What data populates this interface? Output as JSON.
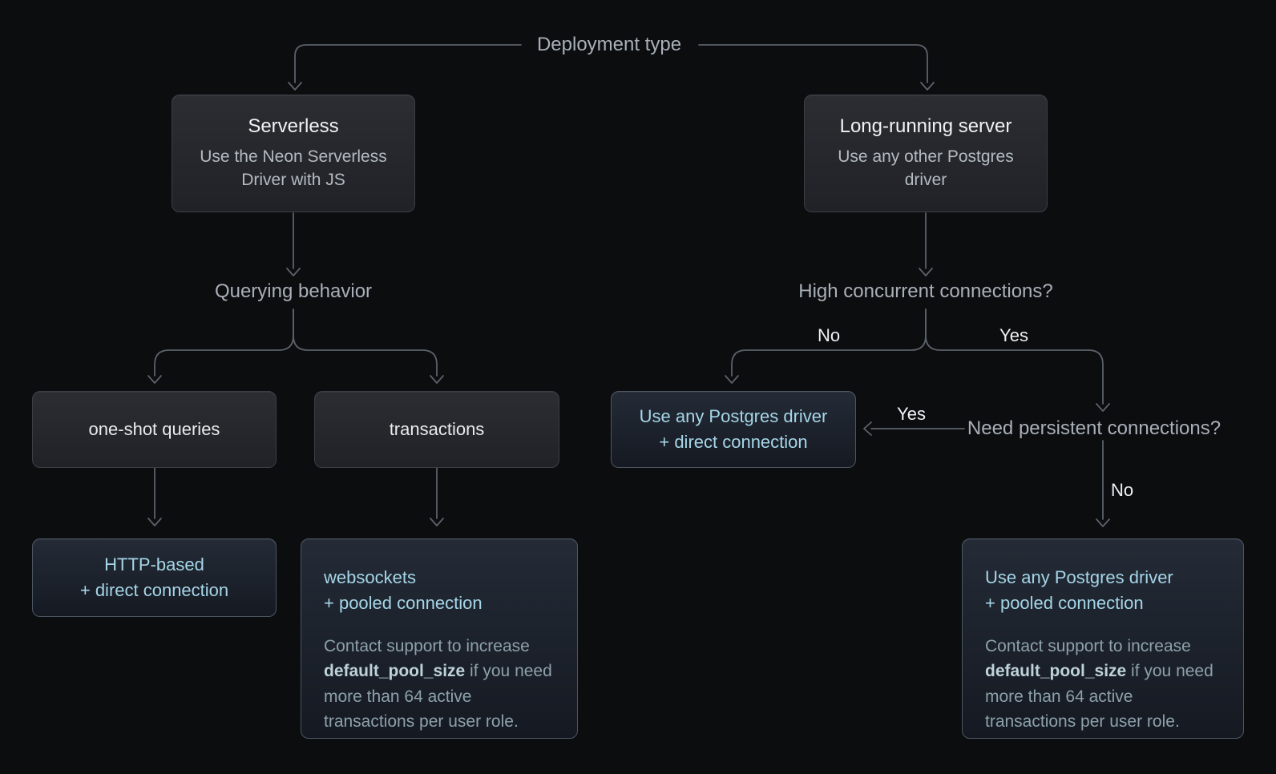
{
  "diagram": {
    "root_label": "Deployment type",
    "nodes": {
      "serverless": {
        "title": "Serverless",
        "subtitle": "Use the Neon Serverless Driver with JS"
      },
      "long_running": {
        "title": "Long-running server",
        "subtitle": "Use any other Postgres driver"
      },
      "querying_behavior": "Querying behavior",
      "high_concurrent": "High concurrent connections?",
      "one_shot": "one-shot queries",
      "transactions": "transactions",
      "direct_driver": {
        "line1": "Use any Postgres driver",
        "line2": "+ direct connection"
      },
      "need_persistent": "Need persistent connections?",
      "http_based": {
        "line1": "HTTP-based",
        "line2": "+ direct connection"
      },
      "websockets": {
        "line1": "websockets",
        "line2": "+ pooled connection",
        "note_pre": "Contact support to increase ",
        "note_bold": "default_pool_size",
        "note_post": " if you need more than 64 active transactions per user role."
      },
      "pooled_driver": {
        "line1": "Use any Postgres driver",
        "line2": "+ pooled connection",
        "note_pre": "Contact support to increase ",
        "note_bold": "default_pool_size",
        "note_post": " if you need more than 64 active transactions per user role."
      }
    },
    "edge_labels": {
      "no_left": "No",
      "yes_right": "Yes",
      "yes_to_direct": "Yes",
      "no_down": "No"
    },
    "colors": {
      "background": "#0c0d0f",
      "connector": "#5b626b",
      "label_gray": "#a9b0b9",
      "label_white": "#eef1f3",
      "box_title": "#f0f2f4",
      "box_subtitle": "#b4bbc3",
      "accent_blue_text": "#a5d6e8",
      "note_text": "#8da1ab",
      "gray_box_border": "#3b3e44",
      "blue_box_border": "#4c5663"
    }
  }
}
